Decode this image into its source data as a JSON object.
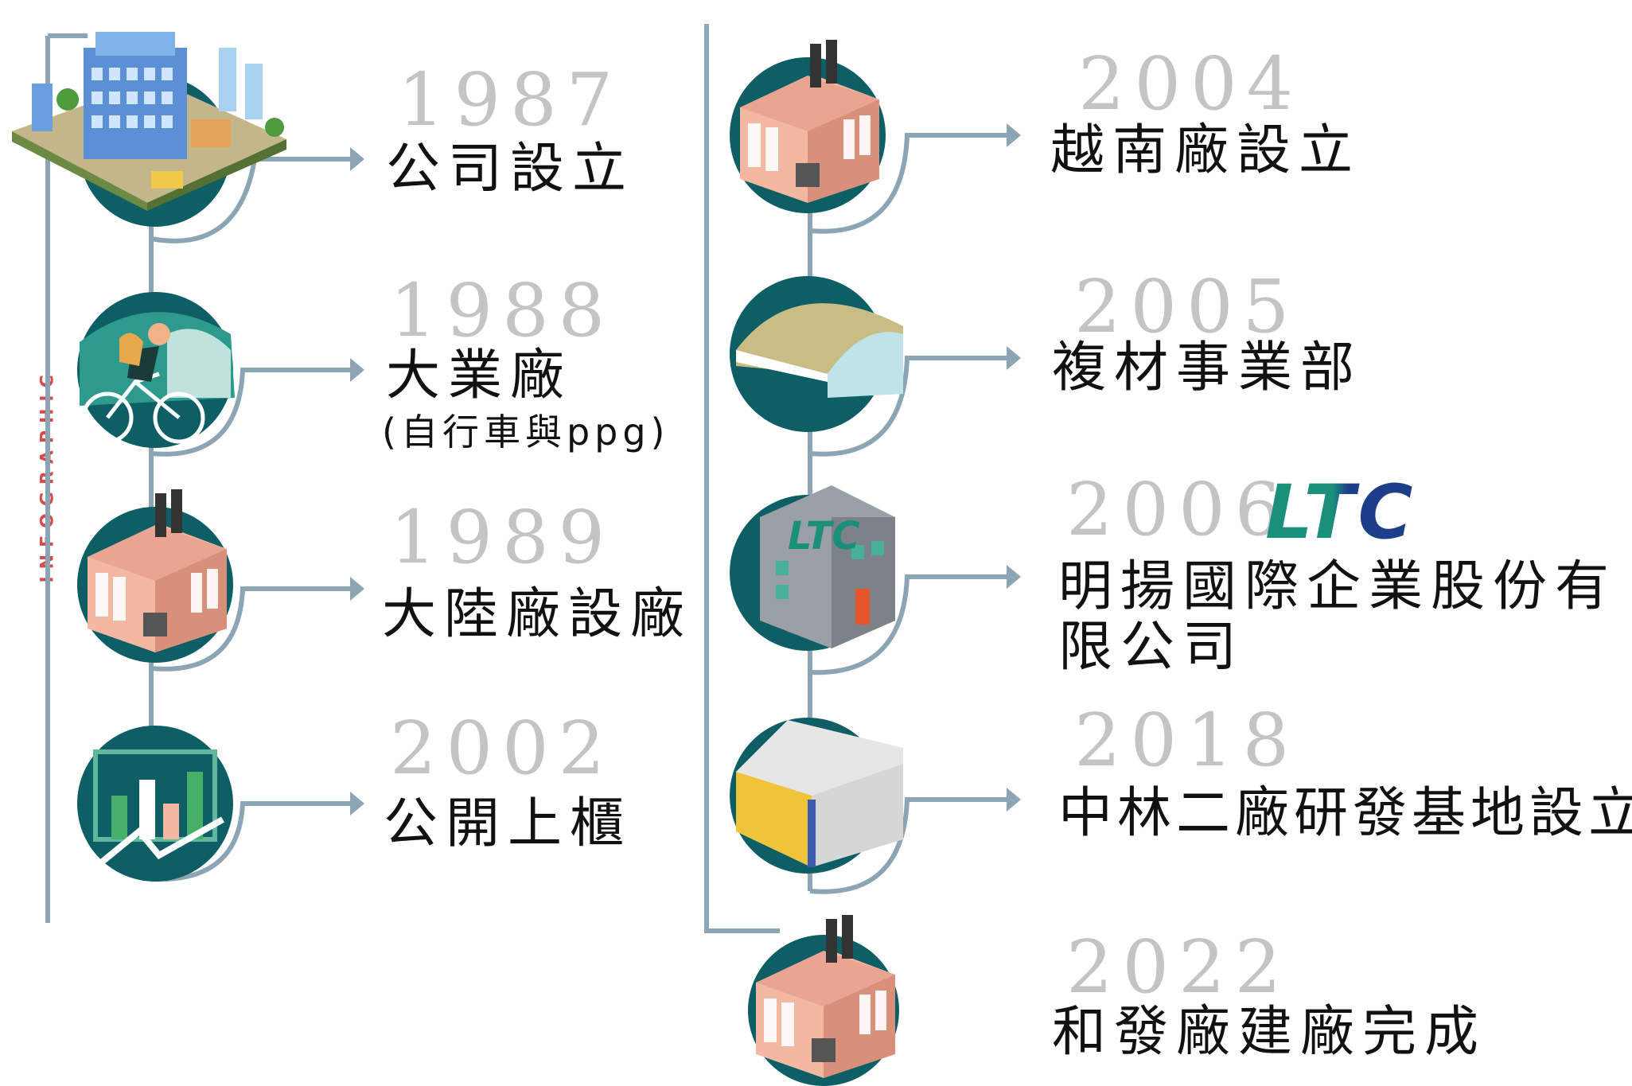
{
  "side_label": "INFOGRAPHIC",
  "colors": {
    "line": "#8ca5b5",
    "circle": "#0e5e66",
    "brick": "#f2b8a2",
    "ltc_green": "#1a8f7a",
    "ltc_blue": "#1d3f8a",
    "year": "#c4c4c4"
  },
  "milestones": [
    {
      "year": "1987",
      "title": "公司設立",
      "icon": "company-campus-icon"
    },
    {
      "year": "1988",
      "title": "大業廠",
      "subtitle": "(自行車與ppg)",
      "icon": "cyclist-icon"
    },
    {
      "year": "1989",
      "title": "大陸廠設廠",
      "icon": "factory-icon"
    },
    {
      "year": "2002",
      "title": "公開上櫃",
      "icon": "growth-chart-icon"
    },
    {
      "year": "2004",
      "title": "越南廠設立",
      "icon": "factory-icon"
    },
    {
      "year": "2005",
      "title": "複材事業部",
      "icon": "warehouse-icon"
    },
    {
      "year": "2006",
      "title": "明揚國際企業股份有",
      "title2": "限公司",
      "logo": "LTC",
      "icon": "ltc-building-icon"
    },
    {
      "year": "2018",
      "title": "中林二廠研發基地設立",
      "icon": "hangar-icon"
    },
    {
      "year": "2022",
      "title": "和發廠建廠完成",
      "icon": "factory-icon"
    }
  ]
}
